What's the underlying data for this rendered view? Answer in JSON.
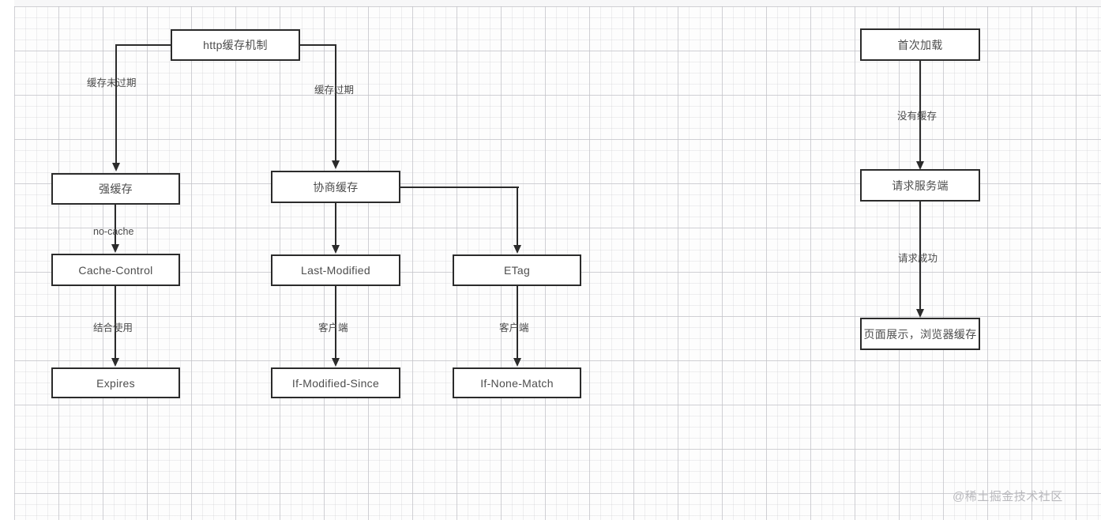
{
  "diagram": {
    "title_node": "http缓存机制",
    "nodes": {
      "root": "http缓存机制",
      "strong_cache": "强缓存",
      "cache_control": "Cache-Control",
      "expires": "Expires",
      "negotiate_cache": "协商缓存",
      "last_modified": "Last-Modified",
      "if_modified_since": "If-Modified-Since",
      "etag": "ETag",
      "if_none_match": "If-None-Match",
      "first_load": "首次加载",
      "request_server": "请求服务端",
      "page_display": "页面展示，浏览器缓存"
    },
    "edge_labels": {
      "cache_not_expired": "缓存未过期",
      "cache_expired": "缓存过期",
      "no_cache": "no-cache",
      "combined_use": "结合使用",
      "client_left": "客户端",
      "client_right": "客户端",
      "no_cache_exists": "没有缓存",
      "request_success": "请求成功"
    },
    "colors": {
      "node_border": "#2b2b2b",
      "node_text": "#4d4d4d",
      "edge": "#2b2b2b",
      "label_text": "#4a4a4a",
      "grid_minor": "#c8c8cd",
      "grid_major": "#b0b0b8",
      "background": "#fdfdfd",
      "watermark": "#b9b9bd"
    }
  },
  "watermark": {
    "text": "@稀土掘金技术社区"
  }
}
